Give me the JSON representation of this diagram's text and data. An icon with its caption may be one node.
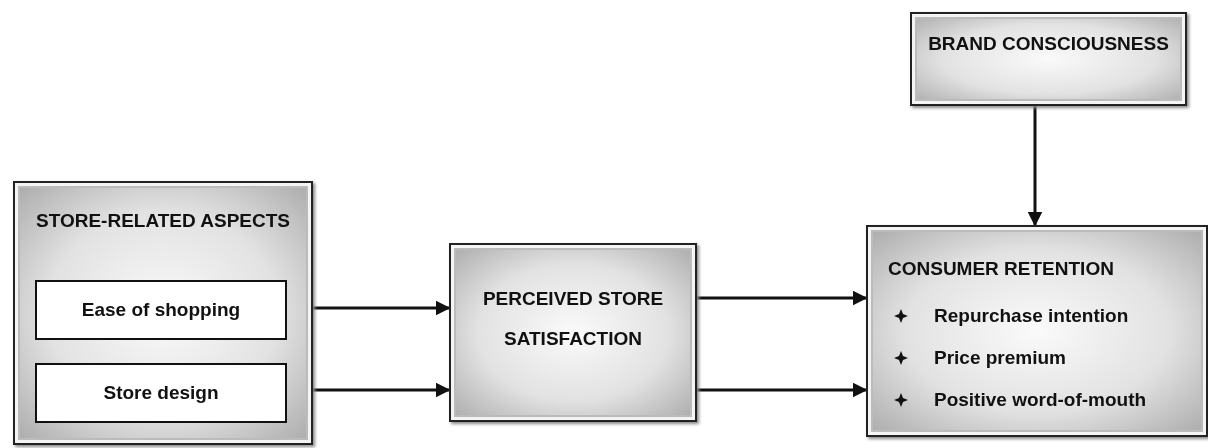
{
  "diagram": {
    "nodes": [
      {
        "text": [
          "STORE-RELATED ASPECTS"
        ]
      },
      {
        "text": [
          "Ease of shopping"
        ],
        "in": 0
      },
      {
        "text": [
          "Store design"
        ],
        "in": 0
      },
      {
        "text": [
          "PERCEIVED STORE SATISFACTION"
        ]
      },
      {
        "text": [
          "BRAND CONSCIOUSNESS"
        ]
      },
      {
        "text": [
          "CONSUMER RETENTION",
          "Repurchase intention",
          "Price premium",
          "Positive word-of-mouth"
        ]
      }
    ],
    "edges": [
      {
        "from": 1,
        "to": 3,
        "arrow": "to"
      },
      {
        "from": 2,
        "to": 3,
        "arrow": "to"
      },
      {
        "from": 3,
        "to": 5,
        "arrow": "to"
      },
      {
        "from": 3,
        "to": 5,
        "arrow": "to"
      },
      {
        "from": 4,
        "to": 5,
        "arrow": "to"
      }
    ]
  }
}
